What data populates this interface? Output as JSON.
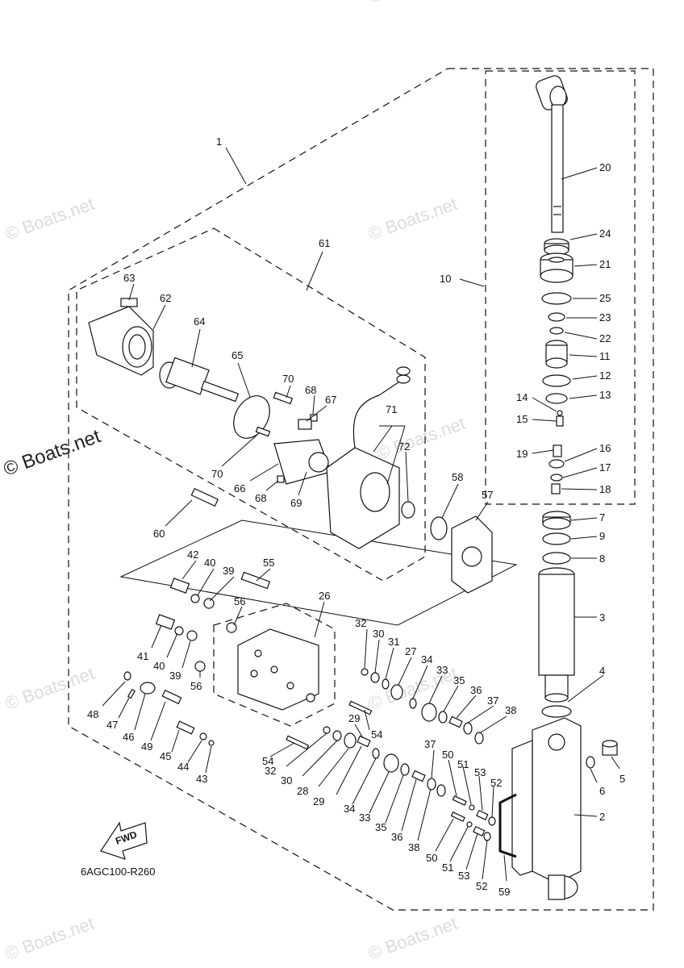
{
  "diagram": {
    "figure_code": "6AGC100-R260",
    "fwd_label": "FWD",
    "watermarks": [
      "© Boats.net",
      "© Boats.net",
      "© Boats.net",
      "© Boats.net",
      "© Boats.net",
      "© Boats.net",
      "© Boats.net",
      "© Boats.net"
    ],
    "brand_watermark": "© Boats.net",
    "callouts": [
      {
        "id": "c1",
        "text": "1"
      },
      {
        "id": "c2",
        "text": "2"
      },
      {
        "id": "c3",
        "text": "3"
      },
      {
        "id": "c4",
        "text": "4"
      },
      {
        "id": "c5",
        "text": "5"
      },
      {
        "id": "c6",
        "text": "6"
      },
      {
        "id": "c7",
        "text": "7"
      },
      {
        "id": "c8",
        "text": "8"
      },
      {
        "id": "c9",
        "text": "9"
      },
      {
        "id": "c10",
        "text": "10"
      },
      {
        "id": "c11",
        "text": "11"
      },
      {
        "id": "c12",
        "text": "12"
      },
      {
        "id": "c13",
        "text": "13"
      },
      {
        "id": "c14",
        "text": "14"
      },
      {
        "id": "c15",
        "text": "15"
      },
      {
        "id": "c16",
        "text": "16"
      },
      {
        "id": "c17",
        "text": "17"
      },
      {
        "id": "c18",
        "text": "18"
      },
      {
        "id": "c19",
        "text": "19"
      },
      {
        "id": "c20",
        "text": "20"
      },
      {
        "id": "c21",
        "text": "21"
      },
      {
        "id": "c22",
        "text": "22"
      },
      {
        "id": "c23",
        "text": "23"
      },
      {
        "id": "c24",
        "text": "24"
      },
      {
        "id": "c25",
        "text": "25"
      },
      {
        "id": "c26",
        "text": "26"
      },
      {
        "id": "c27",
        "text": "27"
      },
      {
        "id": "c28",
        "text": "28"
      },
      {
        "id": "c29a",
        "text": "29"
      },
      {
        "id": "c29b",
        "text": "29"
      },
      {
        "id": "c30a",
        "text": "30"
      },
      {
        "id": "c30b",
        "text": "30"
      },
      {
        "id": "c31",
        "text": "31"
      },
      {
        "id": "c32a",
        "text": "32"
      },
      {
        "id": "c32b",
        "text": "32"
      },
      {
        "id": "c33a",
        "text": "33"
      },
      {
        "id": "c33b",
        "text": "33"
      },
      {
        "id": "c34a",
        "text": "34"
      },
      {
        "id": "c34b",
        "text": "34"
      },
      {
        "id": "c35a",
        "text": "35"
      },
      {
        "id": "c35b",
        "text": "35"
      },
      {
        "id": "c36a",
        "text": "36"
      },
      {
        "id": "c36b",
        "text": "36"
      },
      {
        "id": "c37a",
        "text": "37"
      },
      {
        "id": "c37b",
        "text": "37"
      },
      {
        "id": "c38a",
        "text": "38"
      },
      {
        "id": "c38b",
        "text": "38"
      },
      {
        "id": "c39a",
        "text": "39"
      },
      {
        "id": "c39b",
        "text": "39"
      },
      {
        "id": "c40a",
        "text": "40"
      },
      {
        "id": "c40b",
        "text": "40"
      },
      {
        "id": "c41",
        "text": "41"
      },
      {
        "id": "c42",
        "text": "42"
      },
      {
        "id": "c43",
        "text": "43"
      },
      {
        "id": "c44",
        "text": "44"
      },
      {
        "id": "c45",
        "text": "45"
      },
      {
        "id": "c46",
        "text": "46"
      },
      {
        "id": "c47",
        "text": "47"
      },
      {
        "id": "c48",
        "text": "48"
      },
      {
        "id": "c49",
        "text": "49"
      },
      {
        "id": "c50a",
        "text": "50"
      },
      {
        "id": "c50b",
        "text": "50"
      },
      {
        "id": "c51a",
        "text": "51"
      },
      {
        "id": "c51b",
        "text": "51"
      },
      {
        "id": "c52a",
        "text": "52"
      },
      {
        "id": "c52b",
        "text": "52"
      },
      {
        "id": "c53a",
        "text": "53"
      },
      {
        "id": "c53b",
        "text": "53"
      },
      {
        "id": "c54a",
        "text": "54"
      },
      {
        "id": "c54b",
        "text": "54"
      },
      {
        "id": "c55",
        "text": "55"
      },
      {
        "id": "c56a",
        "text": "56"
      },
      {
        "id": "c56b",
        "text": "56"
      },
      {
        "id": "c57",
        "text": "57"
      },
      {
        "id": "c58",
        "text": "58"
      },
      {
        "id": "c59",
        "text": "59"
      },
      {
        "id": "c60",
        "text": "60"
      },
      {
        "id": "c61",
        "text": "61"
      },
      {
        "id": "c62",
        "text": "62"
      },
      {
        "id": "c63",
        "text": "63"
      },
      {
        "id": "c64",
        "text": "64"
      },
      {
        "id": "c65",
        "text": "65"
      },
      {
        "id": "c66",
        "text": "66"
      },
      {
        "id": "c67",
        "text": "67"
      },
      {
        "id": "c68a",
        "text": "68"
      },
      {
        "id": "c68b",
        "text": "68"
      },
      {
        "id": "c69",
        "text": "69"
      },
      {
        "id": "c70a",
        "text": "70"
      },
      {
        "id": "c70b",
        "text": "70"
      },
      {
        "id": "c71",
        "text": "71"
      },
      {
        "id": "c72",
        "text": "72"
      }
    ]
  }
}
